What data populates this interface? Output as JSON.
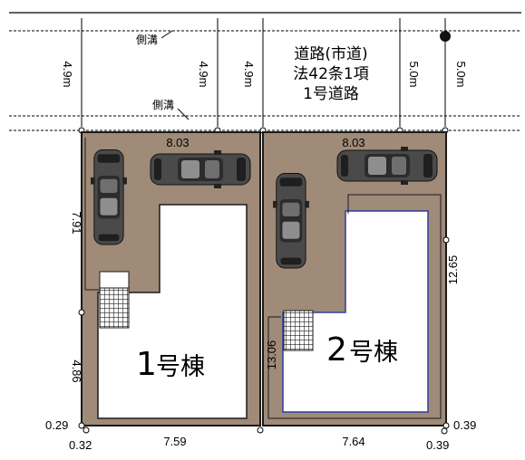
{
  "road": {
    "line1": "道路(市道)",
    "line2": "法42条1項",
    "line3": "1号道路"
  },
  "gutter_top": "側溝",
  "gutter_bottom": "側溝",
  "road_widths": [
    "4.9m",
    "4.9m",
    "4.9m",
    "5.0m",
    "5.0m"
  ],
  "lot1": {
    "name_num": "1",
    "name_suffix": "号棟",
    "frontage": "8.03",
    "left_upper": "7.91",
    "left_lower": "4.86",
    "bottom": "7.59",
    "corner_left_small": "0.29",
    "corner_left_bottom": "0.32"
  },
  "lot2": {
    "name_num": "2",
    "name_suffix": "号棟",
    "frontage": "8.03",
    "inner_left": "13.06",
    "right": "12.65",
    "bottom": "7.64",
    "corner_right_small": "0.39",
    "corner_right_bottom": "0.39"
  },
  "colors": {
    "lot": "#a08a78",
    "building": "#ffffff",
    "outline": "#1a1a1a",
    "lot2_building_outline": "#2b3fa0",
    "car": "#3a3a3a"
  }
}
